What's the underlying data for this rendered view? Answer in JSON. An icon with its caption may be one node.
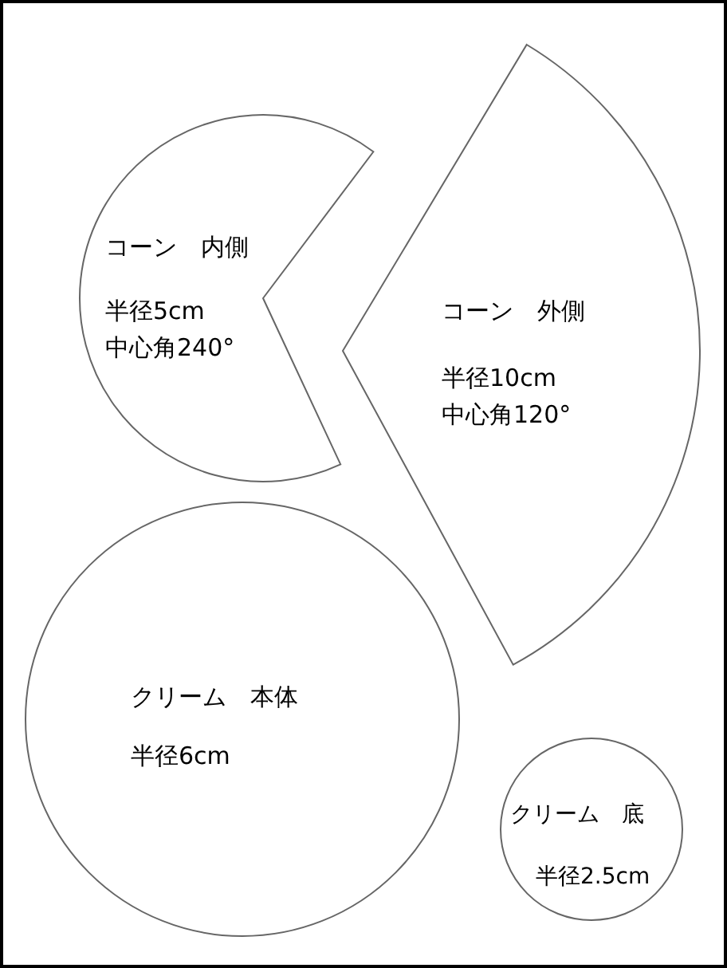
{
  "diagram": {
    "nodes": [
      {
        "text": [
          "コーン　内側",
          "半径5cm",
          "中心角240°"
        ]
      },
      {
        "text": [
          "コーン　外側",
          "半径10cm",
          "中心角120°"
        ]
      },
      {
        "text": [
          "クリーム　本体",
          "半径6cm"
        ]
      },
      {
        "text": [
          "クリーム　底",
          "半径2.5cm"
        ]
      }
    ]
  }
}
